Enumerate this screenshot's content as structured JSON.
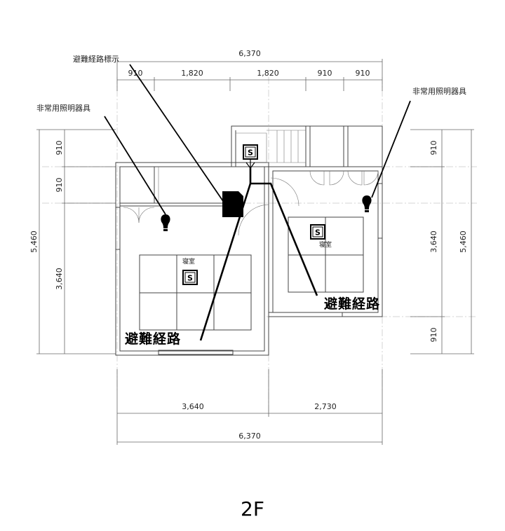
{
  "dims": {
    "top_total": "6,370",
    "top_segments": [
      "910",
      "1,820",
      "1,820",
      "910",
      "910"
    ],
    "bottom_segments": [
      "3,640",
      "2,730"
    ],
    "bottom_total": "6,370",
    "left_total": "5,460",
    "left_segments": [
      "910",
      "910",
      "3,640"
    ],
    "right_total": "5,460",
    "right_segments": [
      "910",
      "3,640",
      "910"
    ]
  },
  "annotations": {
    "sign_label": "避難経路標示",
    "light_label_left": "非常用照明器具",
    "light_label_right": "非常用照明器具"
  },
  "rooms": {
    "left": "寝室",
    "right": "寝室"
  },
  "routes": {
    "left": "避難経路",
    "right": "避難経路"
  },
  "sign_glyph": "S",
  "floor_label": "2F"
}
